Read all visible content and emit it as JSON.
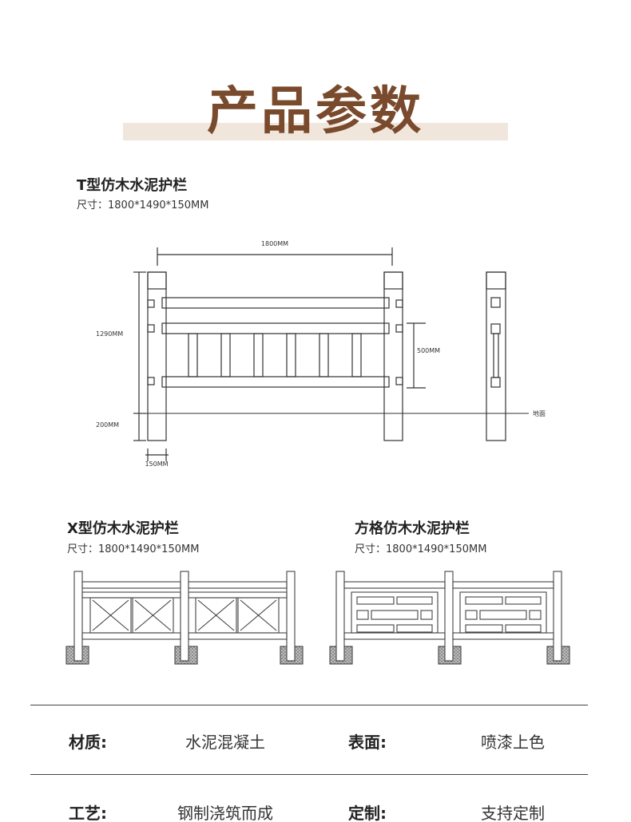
{
  "page_title": "产品参数",
  "section_t": {
    "name": "T型仿木水泥护栏",
    "size": "尺寸：1800*1490*150MM",
    "dims": {
      "width": "1800MM",
      "height": "1290MM",
      "spacing": "500MM",
      "below": "200MM",
      "post": "150MM",
      "ground": "地面"
    }
  },
  "section_x": {
    "name": "X型仿木水泥护栏",
    "size": "尺寸：1800*1490*150MM"
  },
  "section_grid": {
    "name": "方格仿木水泥护栏",
    "size": "尺寸：1800*1490*150MM"
  },
  "specs": [
    {
      "label": "材质:",
      "value": "水泥混凝土"
    },
    {
      "label": "表面:",
      "value": "喷漆上色"
    },
    {
      "label": "工艺:",
      "value": "钢制浇筑而成"
    },
    {
      "label": "定制:",
      "value": "支持定制"
    }
  ]
}
